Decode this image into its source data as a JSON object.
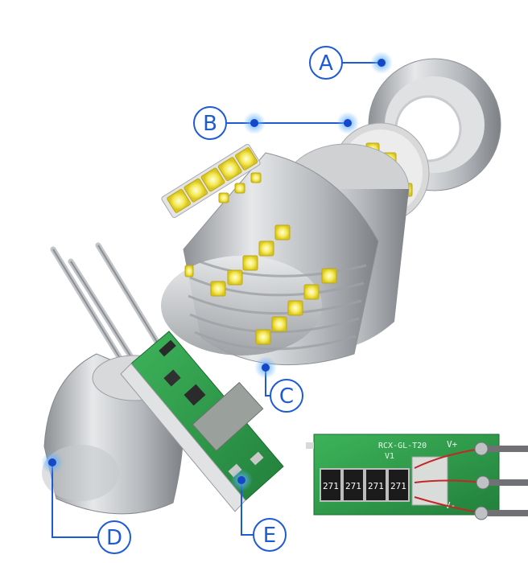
{
  "callouts": [
    {
      "id": "A",
      "label": "A"
    },
    {
      "id": "B",
      "label": "B"
    },
    {
      "id": "C",
      "label": "C"
    },
    {
      "id": "D",
      "label": "D"
    },
    {
      "id": "E",
      "label": "E"
    }
  ],
  "pcb_inset": {
    "model": "RCX-GL-T20",
    "version": "V1",
    "plus_label": "V+",
    "minus_label": "V-",
    "resistor_code": "271",
    "resistor_count": 4
  },
  "colors": {
    "callout_blue": "#1d5bd6",
    "pcb_green": "#2e9a4a",
    "led_yellow": "#f2e84a",
    "metal_grey": "#b9bcc0"
  }
}
